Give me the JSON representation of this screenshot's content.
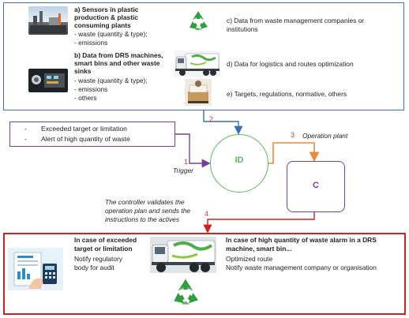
{
  "sources": {
    "a_title": "a) Sensors in plastic production & plastic consuming plants",
    "a_title_l1": "a) Sensors in plastic",
    "a_title_l2": "production & plastic",
    "a_title_l3": "consuming plants",
    "a_item1": "- waste (quantity & type);",
    "a_item2": "- emissions",
    "b_title_l1": "b) Data from DRS machines,",
    "b_title_l2": "smart bins and other waste",
    "b_title_l3": "sinks",
    "b_item1": "- waste (quantity & type);",
    "b_item2": "- emissions",
    "b_item3": "- others",
    "c_l1": "c) Data from waste management companies or",
    "c_l2": "institutions",
    "d": "d) Data for logistics and routes optimization",
    "e": "e) Targets, regulations, normative, others"
  },
  "alerts": {
    "item1": "Exceeded target or limitation",
    "item2": "Alert of high quantity of waste",
    "bullet": "-"
  },
  "flow": {
    "step1": "1",
    "step2": "2",
    "step3": "3",
    "step4": "4",
    "trigger": "Trigger",
    "operation_plant": "Operation plant",
    "id_node": "ID",
    "c_node": "C",
    "controller_l1": "The controller validates the",
    "controller_l2": "operation plan and sends the",
    "controller_l3": "instructions to the actives"
  },
  "outcomes": {
    "left_title_l1": "In case of exceeded",
    "left_title_l2": "target or limitation",
    "left_body_l1": "Notify regulatory",
    "left_body_l2": "body for audit",
    "right_title_l1": "In case of high quantity of waste alarm in a DRS",
    "right_title_l2": "machine, smart bin...",
    "right_body_l1": "Optimized route",
    "right_body_l2": "Notify waste management company or organisation"
  },
  "colors": {
    "top_border": "#3f6fb3",
    "alert_border": "#7a3e98",
    "bottom_border": "#d41e1e",
    "id_green": "#5cb85c",
    "arrow_orange": "#ed8a35",
    "recycle_green": "#2f9e3f"
  },
  "icons": [
    "factory-photo",
    "control-room-photo",
    "recycle-icon",
    "garbage-truck-photo",
    "documents-photo",
    "report-illustration"
  ]
}
